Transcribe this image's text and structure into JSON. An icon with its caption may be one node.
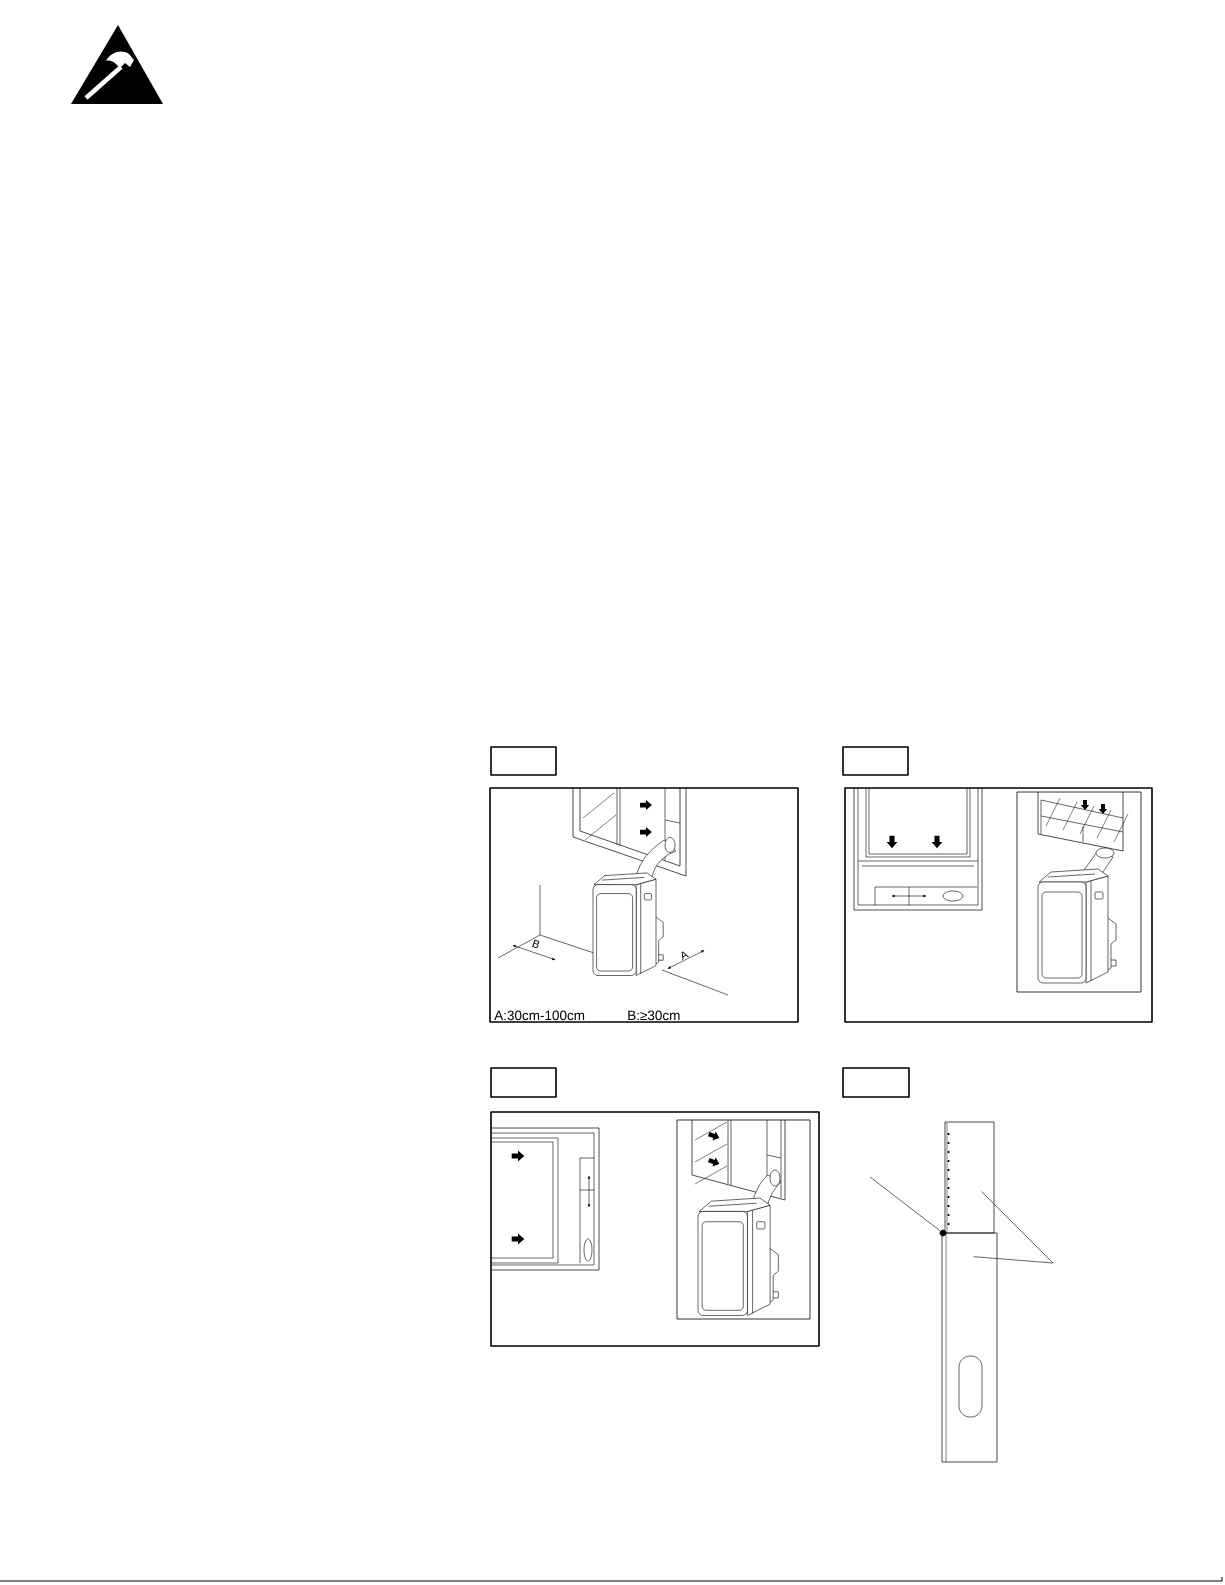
{
  "diagram": {
    "nodes": [
      {
        "text": [],
        "shape": "box"
      },
      {
        "text": [],
        "shape": "circle"
      },
      {
        "text": [],
        "shape": "box"
      }
    ],
    "edges": [
      {
        "from": null,
        "to": 1,
        "arrow": "none"
      },
      {
        "from": null,
        "to": 0,
        "arrow": "none"
      },
      {
        "from": null,
        "to": 2,
        "arrow": "none"
      }
    ],
    "labels": [
      "B",
      "A",
      "A:30cm-100cm",
      "B:≥30cm"
    ]
  }
}
